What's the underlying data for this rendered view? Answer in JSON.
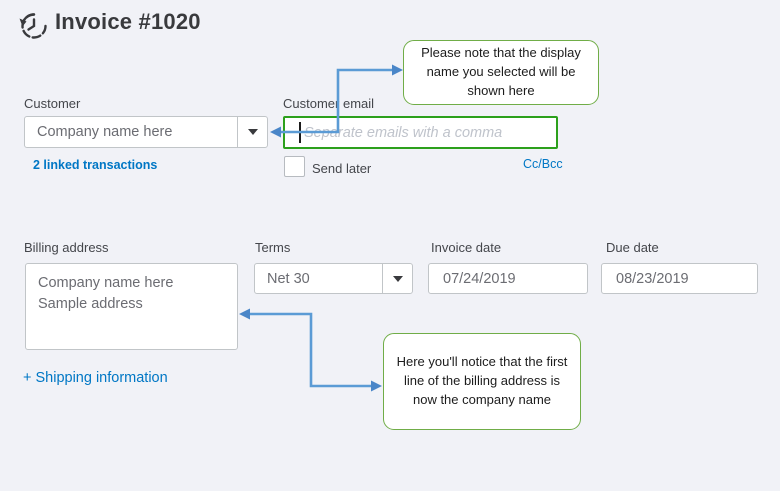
{
  "header": {
    "title": "Invoice #1020",
    "icon": "history-clock"
  },
  "callouts": {
    "top": {
      "text": "Please note that the display name you selected will be shown here"
    },
    "bottom": {
      "text": "Here you'll notice that the first line of the billing address is now the company name"
    }
  },
  "form": {
    "customer": {
      "label": "Customer",
      "value": "Company name here",
      "linked_transactions": "2 linked transactions"
    },
    "customer_email": {
      "label": "Customer email",
      "placeholder": "Separate emails with a comma",
      "send_later_label": "Send later",
      "cc_bcc_label": "Cc/Bcc",
      "send_later_checked": false
    },
    "billing_address": {
      "label": "Billing address",
      "lines": [
        "Company name here",
        "Sample address"
      ]
    },
    "terms": {
      "label": "Terms",
      "value": "Net 30"
    },
    "invoice_date": {
      "label": "Invoice date",
      "value": "07/24/2019"
    },
    "due_date": {
      "label": "Due date",
      "value": "08/23/2019"
    },
    "shipping_link": "+ Shipping information"
  },
  "colors": {
    "background": "#f1f2f7",
    "text_dark": "#393a3d",
    "text_gray": "#6b6c72",
    "placeholder_gray": "#bfc3cb",
    "border_gray": "#c1c5c8",
    "link_blue": "#0077c5",
    "input_green": "#2ca01c",
    "callout_green": "#70ad47",
    "arrow_blue": "#5b9bd5"
  }
}
